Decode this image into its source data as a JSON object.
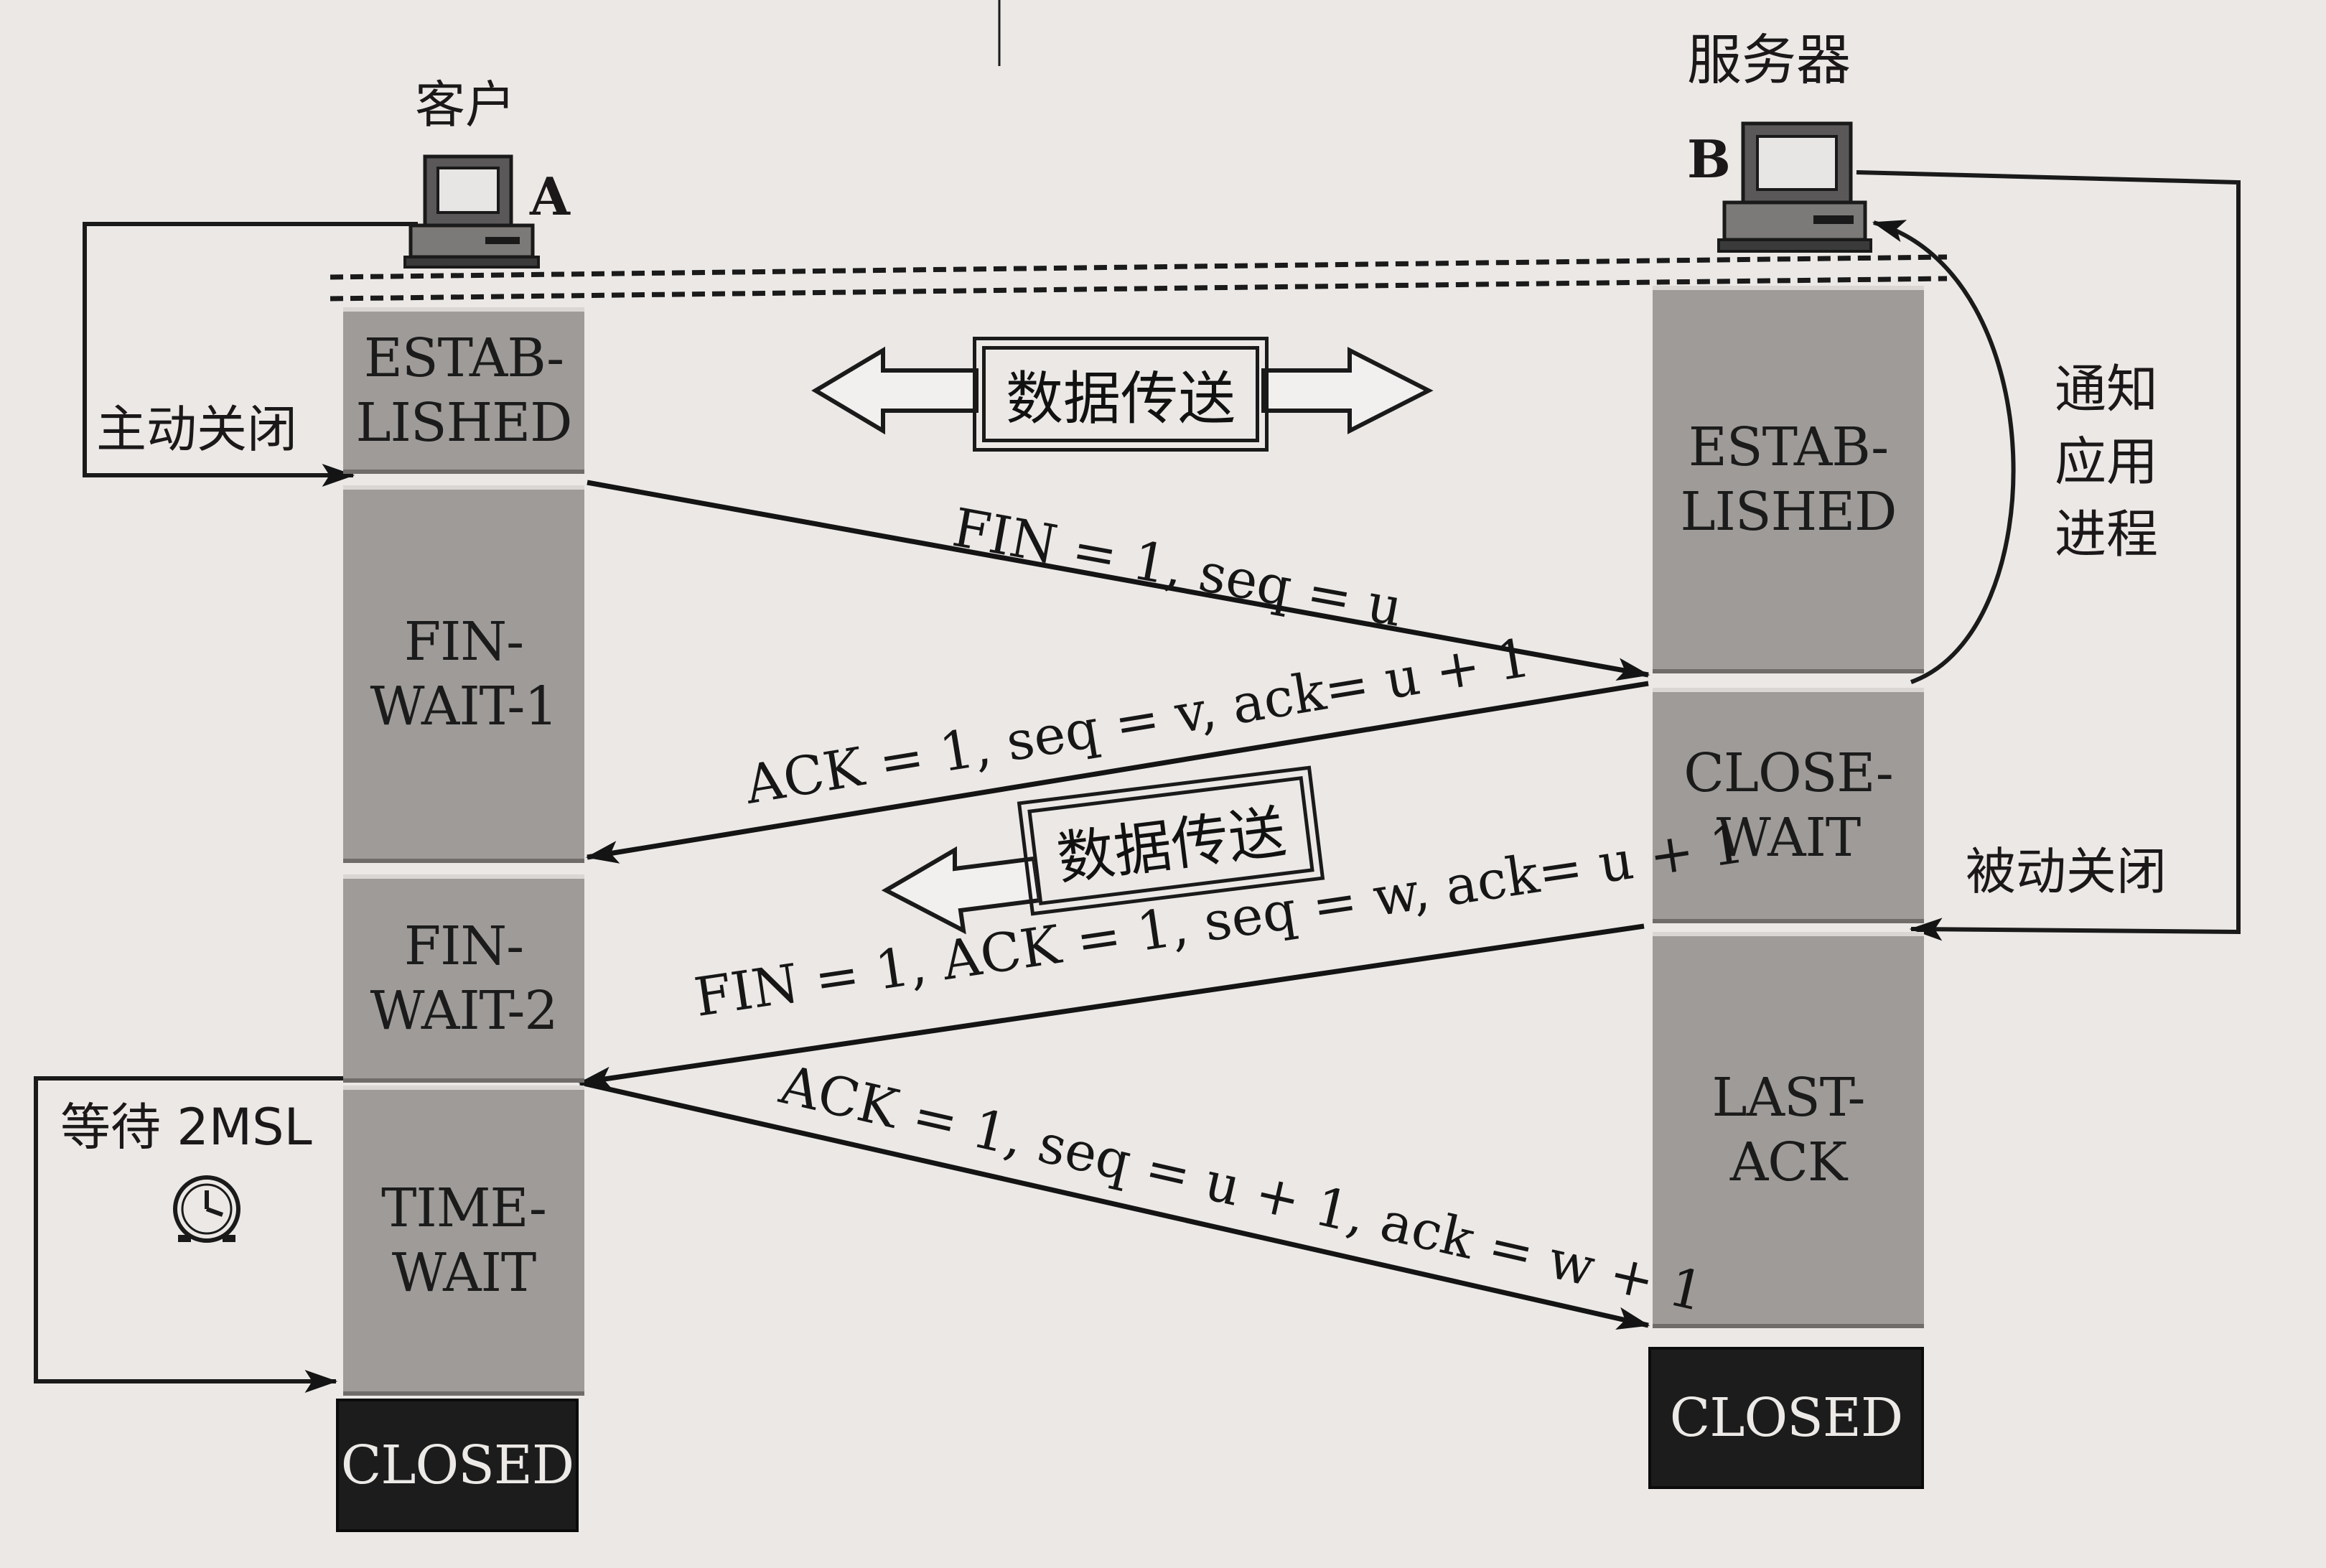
{
  "hosts": {
    "client": {
      "title": "客户",
      "letter": "A"
    },
    "server": {
      "title": "服务器",
      "letter": "B"
    }
  },
  "client_states": [
    "ESTAB-\nLISHED",
    "FIN-\nWAIT-1",
    "FIN-\nWAIT-2",
    "TIME-\nWAIT",
    "CLOSED"
  ],
  "server_states": [
    "ESTAB-\nLISHED",
    "CLOSE-\nWAIT",
    "LAST-\nACK",
    "CLOSED"
  ],
  "messages": {
    "fin1": "FIN = 1, seq = u",
    "ack1": "ACK = 1, seq = v, ack= u + 1",
    "fin2": "FIN = 1, ACK = 1, seq = w, ack= u + 1",
    "ack2": "ACK = 1, seq = u + 1, ack = w + 1"
  },
  "labels": {
    "active_close": "主动关闭",
    "passive_close": "被动关闭",
    "notify_app": "通知\n应用\n进程",
    "wait_2msl": "等待 2MSL",
    "data_transfer": "数据传送"
  },
  "icons": {
    "computer": "desktop-computer-icon",
    "clock": "clock-icon"
  }
}
